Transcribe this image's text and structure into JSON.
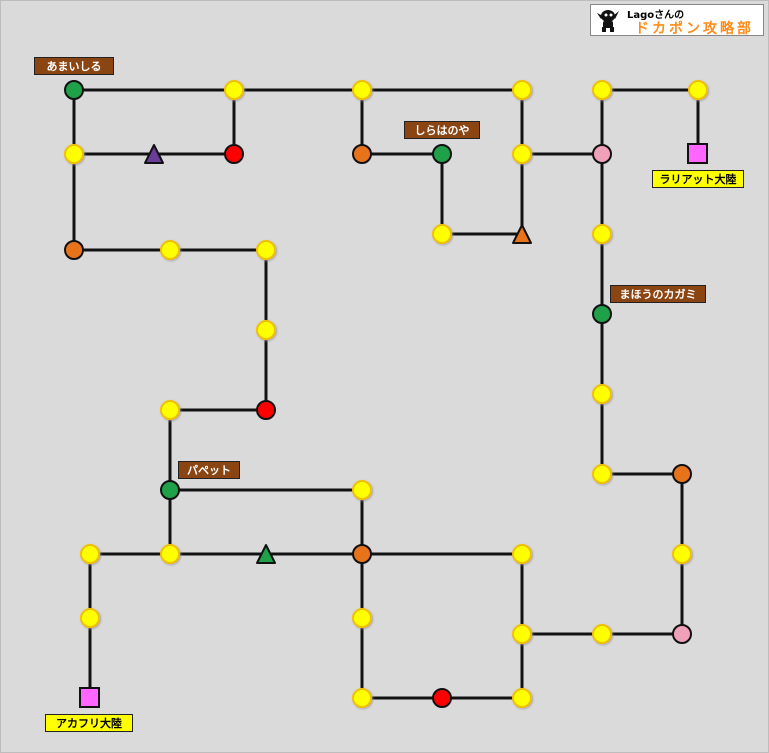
{
  "logo": {
    "line1": "Lagoさんの",
    "line2": "ドカポン攻略部"
  },
  "labels": {
    "amaishiru": "あまいしる",
    "shirahanoya": "しらはのや",
    "rariatto": "ラリアット大陸",
    "mahou_kagami": "まほうのカガミ",
    "papetto": "パペット",
    "akafuri": "アカフリ大陸"
  },
  "colors": {
    "yellow_space": "#ffff00",
    "red_space": "#ff0000",
    "orange_space": "#e8731a",
    "green_space": "#1fa14a",
    "pink_space": "#f0a0b8",
    "warp_square": "#ff66ff",
    "label_brown": "#8b4513",
    "label_yellow": "#ffff00"
  }
}
